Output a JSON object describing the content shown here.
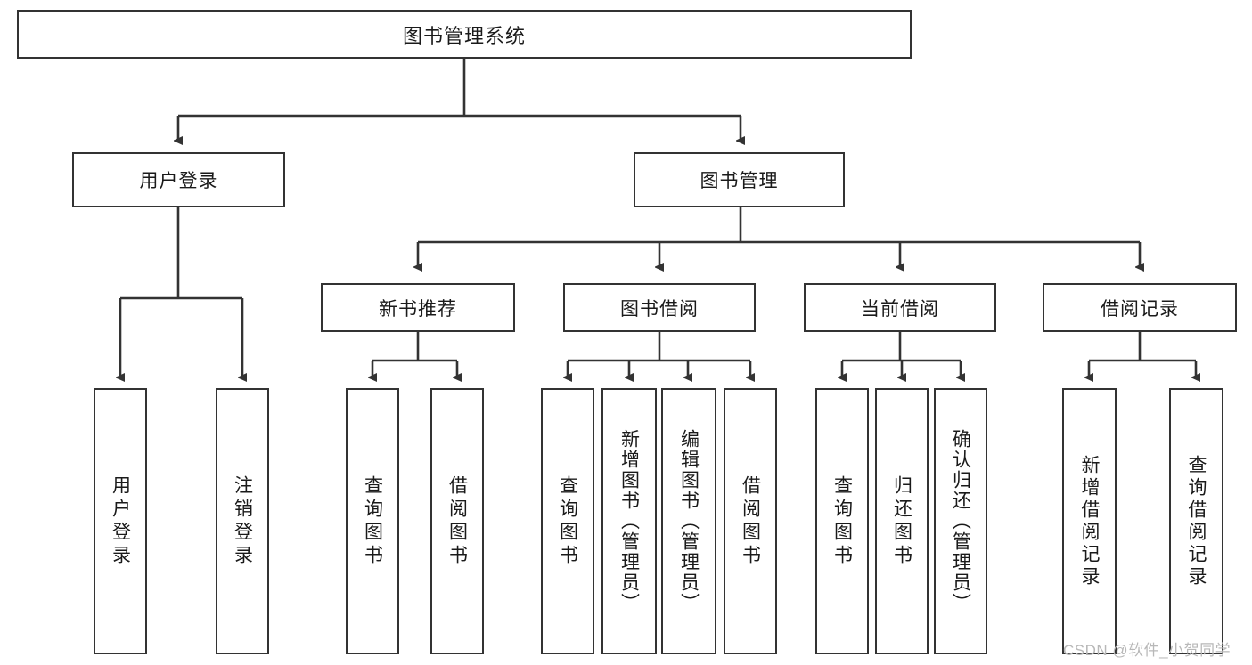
{
  "diagram": {
    "type": "hierarchy-tree",
    "title": "图书管理系统",
    "background_color": "#ffffff",
    "border_color": "#333333",
    "text_color": "#1a1a1a",
    "levels": [
      {
        "level": 1,
        "nodes": [
          {
            "id": "root",
            "label": "图书管理系统",
            "orientation": "horizontal"
          }
        ]
      },
      {
        "level": 2,
        "nodes": [
          {
            "id": "user-login",
            "label": "用户登录",
            "orientation": "horizontal",
            "parent": "root"
          },
          {
            "id": "book-mgmt",
            "label": "图书管理",
            "orientation": "horizontal",
            "parent": "root"
          }
        ]
      },
      {
        "level": 3,
        "nodes": [
          {
            "id": "new-book-rec",
            "label": "新书推荐",
            "orientation": "horizontal",
            "parent": "book-mgmt"
          },
          {
            "id": "book-borrow",
            "label": "图书借阅",
            "orientation": "horizontal",
            "parent": "book-mgmt"
          },
          {
            "id": "current-borrow",
            "label": "当前借阅",
            "orientation": "horizontal",
            "parent": "book-mgmt"
          },
          {
            "id": "borrow-record",
            "label": "借阅记录",
            "orientation": "horizontal",
            "parent": "book-mgmt"
          }
        ]
      },
      {
        "level": 4,
        "nodes": [
          {
            "id": "leaf-user-login",
            "label": "用户登录",
            "orientation": "vertical",
            "parent": "user-login"
          },
          {
            "id": "leaf-logout",
            "label": "注销登录",
            "orientation": "vertical",
            "parent": "user-login"
          },
          {
            "id": "leaf-query-book-1",
            "label": "查询图书",
            "orientation": "vertical",
            "parent": "new-book-rec"
          },
          {
            "id": "leaf-borrow-book-1",
            "label": "借阅图书",
            "orientation": "vertical",
            "parent": "new-book-rec"
          },
          {
            "id": "leaf-query-book-2",
            "label": "查询图书",
            "orientation": "vertical",
            "parent": "book-borrow"
          },
          {
            "id": "leaf-add-book",
            "label": "新增图书（管理员）",
            "orientation": "vertical",
            "parent": "book-borrow"
          },
          {
            "id": "leaf-edit-book",
            "label": "编辑图书（管理员）",
            "orientation": "vertical",
            "parent": "book-borrow"
          },
          {
            "id": "leaf-borrow-book-2",
            "label": "借阅图书",
            "orientation": "vertical",
            "parent": "book-borrow"
          },
          {
            "id": "leaf-query-book-3",
            "label": "查询图书",
            "orientation": "vertical",
            "parent": "current-borrow"
          },
          {
            "id": "leaf-return-book",
            "label": "归还图书",
            "orientation": "vertical",
            "parent": "current-borrow"
          },
          {
            "id": "leaf-confirm-return",
            "label": "确认归还（管理员）",
            "orientation": "vertical",
            "parent": "current-borrow"
          },
          {
            "id": "leaf-add-record",
            "label": "新增借阅记录",
            "orientation": "vertical",
            "parent": "borrow-record"
          },
          {
            "id": "leaf-query-record",
            "label": "查询借阅记录",
            "orientation": "vertical",
            "parent": "borrow-record"
          }
        ]
      }
    ]
  },
  "watermark": {
    "text": "CSDN @软件_小贺同学"
  }
}
